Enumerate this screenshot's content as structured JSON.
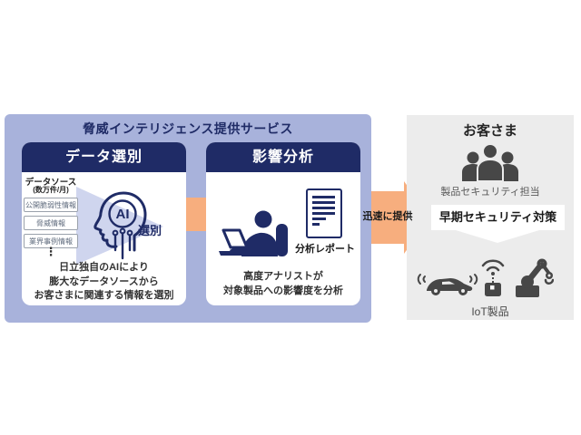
{
  "service_panel": {
    "title": "脅威インテリジェンス提供サービス",
    "bg_color": "#a8b2db",
    "header_bg_color": "#1f2b66",
    "cards": {
      "data_selection": {
        "header": "データ選別",
        "datasource_label": "データソース",
        "datasource_volume": "(数万件/月)",
        "sources": [
          "公開脆弱性情報",
          "脅威情報",
          "業界事例情報"
        ],
        "ellipsis": "⋮",
        "ai_label": "AI",
        "filter_label": "選別",
        "description_lines": [
          "日立独自のAIにより",
          "膨大なデータソースから",
          "お客さまに関連する情報を選別"
        ]
      },
      "impact_analysis": {
        "header": "影響分析",
        "report_label": "分析レポート",
        "description_lines": [
          "高度アナリストが",
          "対象製品への影響度を分析"
        ]
      }
    }
  },
  "delivery_arrow": {
    "label": "迅速に提供",
    "color": "#f7ae7e"
  },
  "customer_panel": {
    "title": "お客さま",
    "bg_color": "#ececec",
    "staff_label": "製品セキュリティ担当",
    "banner_label": "早期セキュリティ対策",
    "products_label": "IoT製品",
    "icon_color": "#474747",
    "icons": [
      "people-group-icon",
      "connected-car-icon",
      "iot-device-icon",
      "robot-arm-icon"
    ]
  }
}
